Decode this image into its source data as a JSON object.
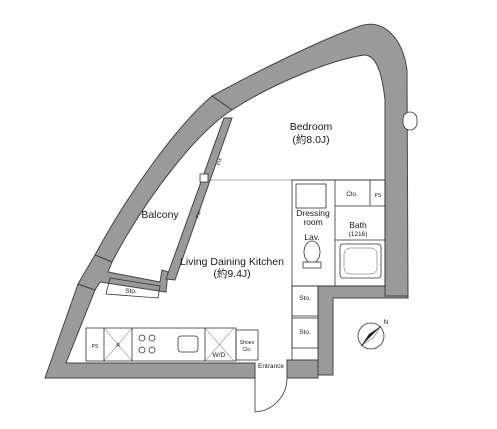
{
  "rooms": {
    "bedroom": {
      "name": "Bedroom",
      "size": "(約8.0J)"
    },
    "ldk": {
      "name": "Living Daining Kitchen",
      "size": "(約9.4J)"
    },
    "balcony": {
      "name": "Balcony"
    },
    "dressing": {
      "line1": "Dressing",
      "line2": "room"
    },
    "bath": {
      "name": "Bath",
      "size": "(1216)"
    },
    "lav": {
      "name": "Lav."
    },
    "clo": {
      "name": "Clo."
    },
    "entrance": {
      "name": "Entrance"
    },
    "shoes": {
      "line1": "Shoes",
      "line2": "Clo."
    },
    "wd": {
      "name": "W/D"
    },
    "sto_balcony": {
      "name": "Sto."
    },
    "sto_hall_upper": {
      "name": "Sto."
    },
    "sto_hall_lower": {
      "name": "Sto."
    },
    "ps_kitchen": {
      "name": "PS"
    },
    "ps_closet": {
      "name": "PS"
    },
    "fridge": {
      "name": "R"
    },
    "fix_upper": {
      "name": "FIX"
    },
    "fix_lower": {
      "name": "FIX"
    }
  },
  "compass": {
    "north": "N"
  },
  "colors": {
    "wall": "#9a9a9a",
    "line": "#333333"
  }
}
